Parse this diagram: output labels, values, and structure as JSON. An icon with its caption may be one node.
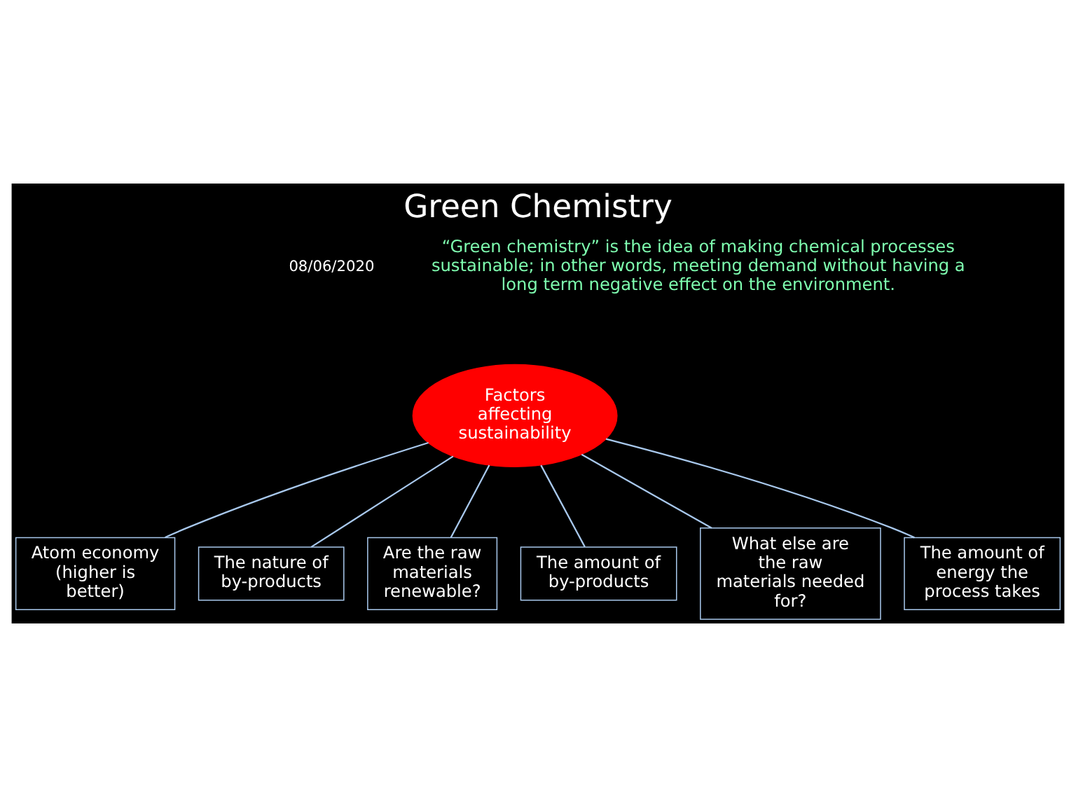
{
  "diagram": {
    "title": "Green Chemistry",
    "nodes": [
      {
        "text": [
          "Factors affecting sustainability"
        ]
      },
      {
        "text": [
          "Atom economy (higher is better)"
        ]
      },
      {
        "text": [
          "The nature of by-products"
        ]
      },
      {
        "text": [
          "Are the raw materials renewable?"
        ]
      },
      {
        "text": [
          "The amount of by-products"
        ]
      },
      {
        "text": [
          "What else are the raw materials needed for?"
        ]
      },
      {
        "text": [
          "The amount of energy the process takes"
        ]
      }
    ],
    "edges": [
      {
        "from": 0,
        "to": 1,
        "arrow": "none"
      },
      {
        "from": 0,
        "to": 2,
        "arrow": "none"
      },
      {
        "from": 0,
        "to": 3,
        "arrow": "none"
      },
      {
        "from": 0,
        "to": 4,
        "arrow": "none"
      },
      {
        "from": 0,
        "to": 5,
        "arrow": "none"
      },
      {
        "from": 0,
        "to": 6,
        "arrow": "none"
      }
    ],
    "labels": [
      "08/06/2020",
      "“Green chemistry” is the idea of making chemical processes sustainable; in other words, meeting demand without having a long term negative effect on the environment."
    ]
  }
}
